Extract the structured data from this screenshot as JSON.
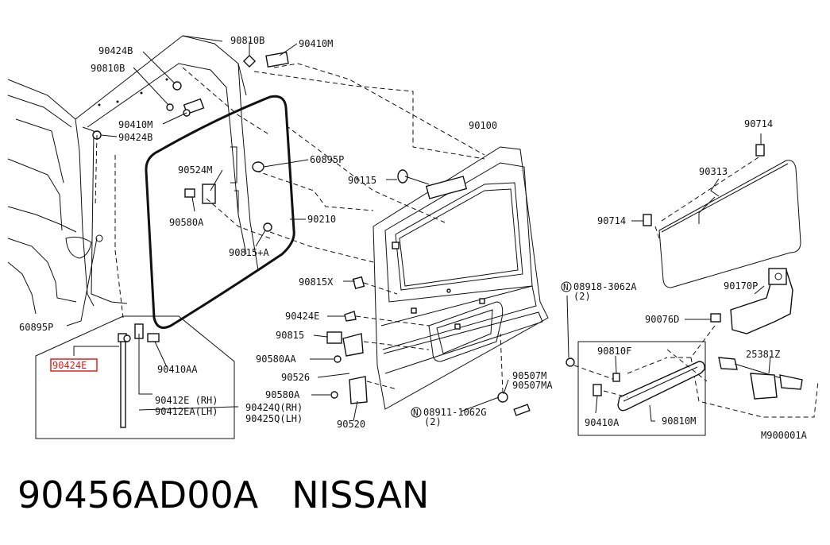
{
  "diagram": {
    "labels": {
      "l90424B_top": "90424B",
      "l90810B_left": "90810B",
      "l90810B_top": "90810B",
      "l90410M_top": "90410M",
      "l90410M_left": "90410M",
      "l90424B_left": "90424B",
      "l90524M": "90524M",
      "l90580A_left": "90580A",
      "l60895P_right": "60895P",
      "l90210": "90210",
      "l90815A": "90815+A",
      "l60895P_left": "60895P",
      "l90424E_box": "90424E",
      "l90410AA": "90410AA",
      "l90412E": "90412E (RH)",
      "l90412EA": "90412EA(LH)",
      "l90424Q": "90424Q(RH)",
      "l90425Q": "90425Q(LH)",
      "l90100": "90100",
      "l90115": "90115",
      "l90815X": "90815X",
      "l90424E": "90424E",
      "l90815": "90815",
      "l90580AA": "90580AA",
      "l90526": "90526",
      "l90580A_mid": "90580A",
      "l90520": "90520",
      "l90507M": "90507M",
      "l90507MA": "90507MA",
      "l08911": "08911-1062G",
      "l08911_qty": "(2)",
      "l08918": "08918-3062A",
      "l08918_qty": "(2)",
      "l90714_top": "90714",
      "l90313": "90313",
      "l90714_left": "90714",
      "l90170P": "90170P",
      "l90076D": "90076D",
      "l25381Z": "25381Z",
      "l90810F": "90810F",
      "l90410A": "90410A",
      "l90810M": "90810M",
      "lM900001A": "M900001A"
    },
    "symbols": {
      "n_mark": "N"
    },
    "highlight_color": "#e0201c"
  },
  "caption": {
    "part_number": "90456AD00A",
    "brand": "NISSAN"
  }
}
